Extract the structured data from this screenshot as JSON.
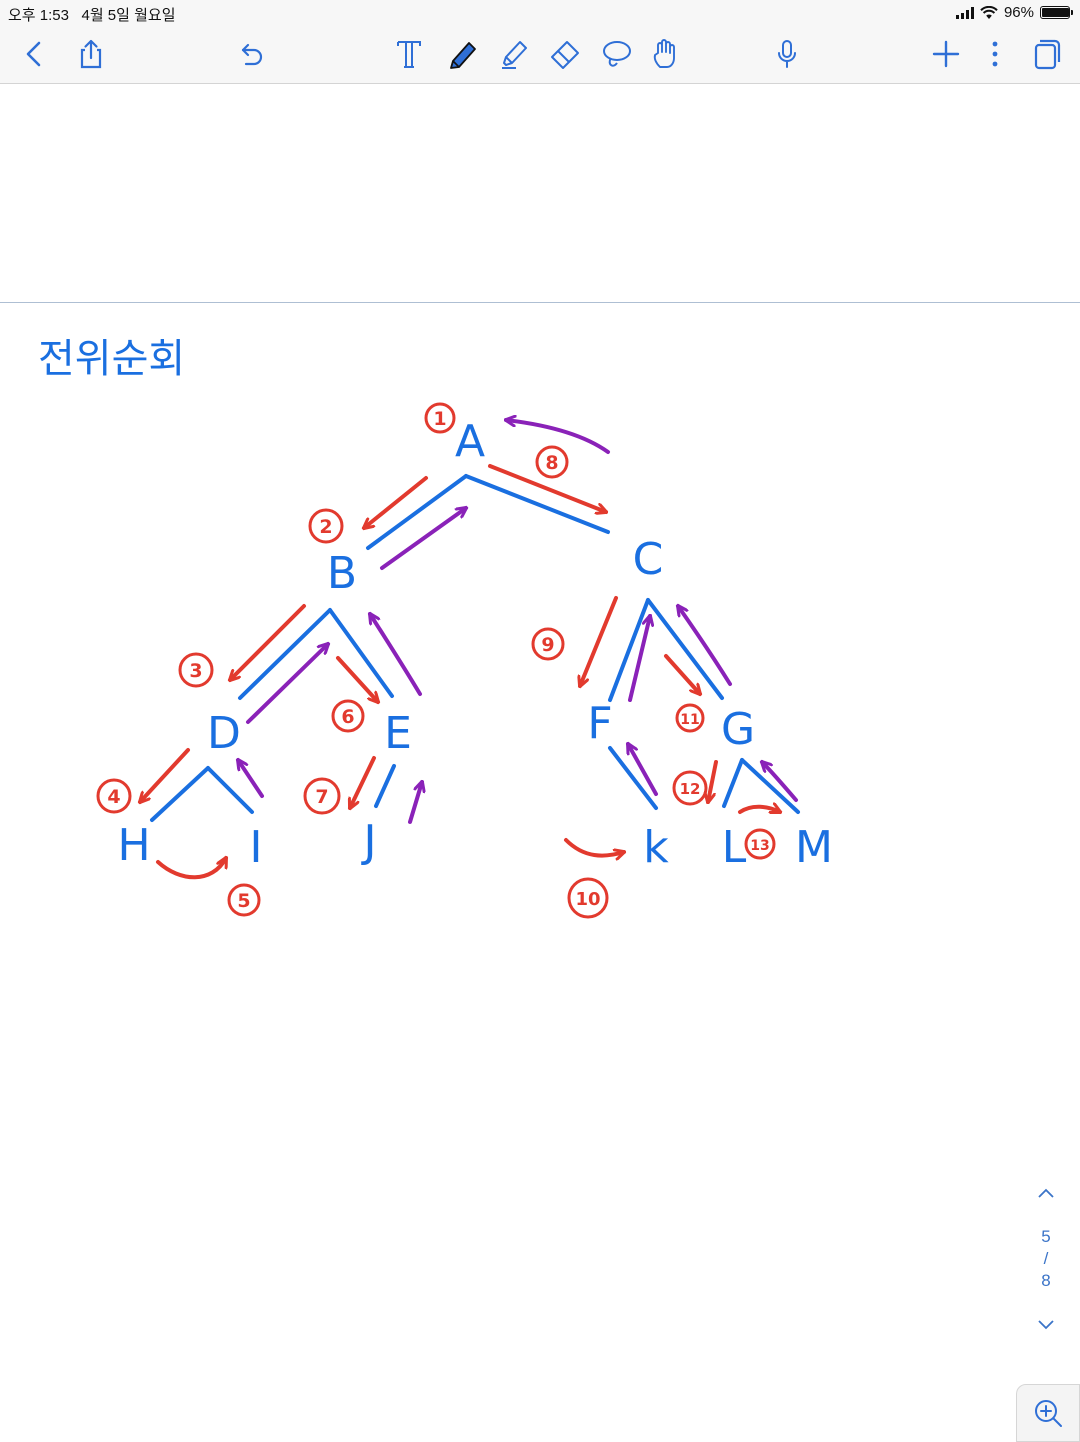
{
  "status_bar": {
    "time": "오후 1:53",
    "date": "4월 5일 월요일",
    "battery_percent": "96%",
    "battery_level": 0.96
  },
  "toolbar": {
    "icons": [
      "back-icon",
      "share-icon",
      "undo-icon",
      "text-tool-icon",
      "pen-icon",
      "highlighter-icon",
      "eraser-icon",
      "lasso-icon",
      "hand-icon",
      "microphone-icon",
      "add-icon",
      "more-icon",
      "pages-icon"
    ],
    "selected_tool": "pen-icon",
    "accent": "#2f6fd6"
  },
  "note": {
    "title": "전위순회",
    "tree": {
      "nodes": [
        "A",
        "B",
        "C",
        "D",
        "E",
        "F",
        "G",
        "H",
        "I",
        "J",
        "k",
        "L",
        "M"
      ],
      "edges": [
        [
          "A",
          "B"
        ],
        [
          "A",
          "C"
        ],
        [
          "B",
          "D"
        ],
        [
          "B",
          "E"
        ],
        [
          "D",
          "H"
        ],
        [
          "D",
          "I"
        ],
        [
          "E",
          "J"
        ],
        [
          "C",
          "F"
        ],
        [
          "C",
          "G"
        ],
        [
          "F",
          "k"
        ],
        [
          "G",
          "L"
        ],
        [
          "G",
          "M"
        ]
      ]
    },
    "step_labels": [
      "1",
      "2",
      "3",
      "4",
      "5",
      "6",
      "7",
      "8",
      "9",
      "10",
      "11",
      "12",
      "13"
    ],
    "ink_colors": {
      "tree": "#1a6fe0",
      "step": "#e23a2e",
      "return": "#8a22b8"
    }
  },
  "pager": {
    "current": "5",
    "separator": "/",
    "total": "8"
  }
}
